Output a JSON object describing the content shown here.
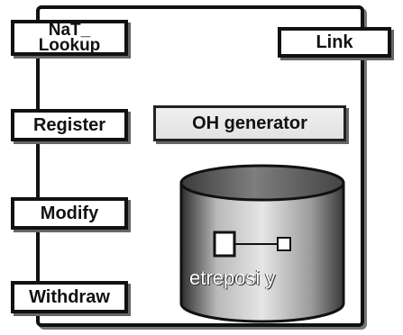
{
  "diagram": {
    "api_functions": [
      "Register",
      "Modify",
      "Withdraw"
    ],
    "nat_lookup": {
      "line1": "NaT_",
      "line2": "Lookup"
    },
    "link_label": "Link",
    "generator_label": "OH generator",
    "repository_label": "etreposi   y"
  },
  "colors": {
    "stroke": "#111111",
    "cylinder_dark": "#333333",
    "cylinder_light": "#d6d6d6"
  }
}
